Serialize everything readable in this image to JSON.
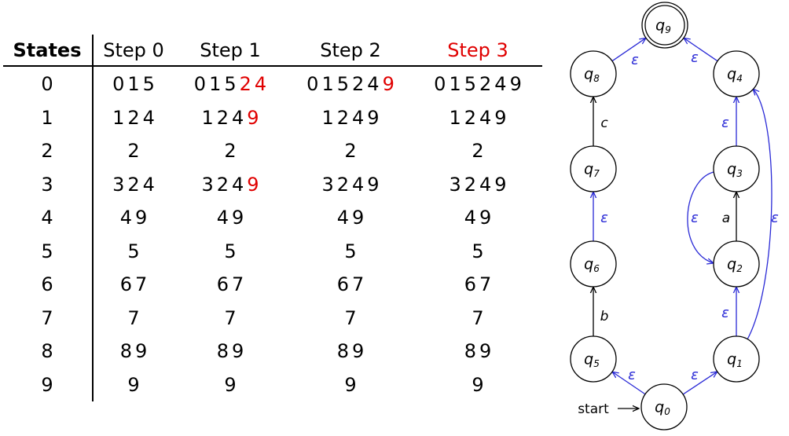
{
  "table": {
    "columns": [
      {
        "label": "States",
        "style": "bold"
      },
      {
        "label": "Step 0",
        "style": "normal"
      },
      {
        "label": "Step 1",
        "style": "normal"
      },
      {
        "label": "Step 2",
        "style": "normal"
      },
      {
        "label": "Step 3",
        "style": "red"
      }
    ],
    "rows": [
      {
        "state": "0",
        "steps": [
          [
            [
              "0 1 5"
            ]
          ],
          [
            [
              "0 1 5"
            ],
            [
              "2 4",
              "red"
            ]
          ],
          [
            [
              "0 1 5 2 4"
            ],
            [
              "9",
              "red"
            ]
          ],
          [
            [
              "0 1 5 2 4 9"
            ]
          ]
        ]
      },
      {
        "state": "1",
        "steps": [
          [
            [
              "1 2 4"
            ]
          ],
          [
            [
              "1 2 4"
            ],
            [
              "9",
              "red"
            ]
          ],
          [
            [
              "1 2 4 9"
            ]
          ],
          [
            [
              "1 2 4 9"
            ]
          ]
        ]
      },
      {
        "state": "2",
        "steps": [
          [
            [
              "2"
            ]
          ],
          [
            [
              "2"
            ]
          ],
          [
            [
              "2"
            ]
          ],
          [
            [
              "2"
            ]
          ]
        ]
      },
      {
        "state": "3",
        "steps": [
          [
            [
              "3 2 4"
            ]
          ],
          [
            [
              "3 2 4"
            ],
            [
              "9",
              "red"
            ]
          ],
          [
            [
              "3 2 4 9"
            ]
          ],
          [
            [
              "3 2 4 9"
            ]
          ]
        ]
      },
      {
        "state": "4",
        "steps": [
          [
            [
              "4 9"
            ]
          ],
          [
            [
              "4 9"
            ]
          ],
          [
            [
              "4 9"
            ]
          ],
          [
            [
              "4 9"
            ]
          ]
        ]
      },
      {
        "state": "5",
        "steps": [
          [
            [
              "5"
            ]
          ],
          [
            [
              "5"
            ]
          ],
          [
            [
              "5"
            ]
          ],
          [
            [
              "5"
            ]
          ]
        ]
      },
      {
        "state": "6",
        "steps": [
          [
            [
              "6 7"
            ]
          ],
          [
            [
              "6 7"
            ]
          ],
          [
            [
              "6 7"
            ]
          ],
          [
            [
              "6 7"
            ]
          ]
        ]
      },
      {
        "state": "7",
        "steps": [
          [
            [
              "7"
            ]
          ],
          [
            [
              "7"
            ]
          ],
          [
            [
              "7"
            ]
          ],
          [
            [
              "7"
            ]
          ]
        ]
      },
      {
        "state": "8",
        "steps": [
          [
            [
              "8 9"
            ]
          ],
          [
            [
              "8 9"
            ]
          ],
          [
            [
              "8 9"
            ]
          ],
          [
            [
              "8 9"
            ]
          ]
        ]
      },
      {
        "state": "9",
        "steps": [
          [
            [
              "9"
            ]
          ],
          [
            [
              "9"
            ]
          ],
          [
            [
              "9"
            ]
          ],
          [
            [
              "9"
            ]
          ]
        ]
      }
    ]
  },
  "automaton": {
    "states": [
      {
        "id": "q0",
        "base": "q",
        "sub": "0"
      },
      {
        "id": "q1",
        "base": "q",
        "sub": "1"
      },
      {
        "id": "q2",
        "base": "q",
        "sub": "2"
      },
      {
        "id": "q3",
        "base": "q",
        "sub": "3"
      },
      {
        "id": "q4",
        "base": "q",
        "sub": "4"
      },
      {
        "id": "q5",
        "base": "q",
        "sub": "5"
      },
      {
        "id": "q6",
        "base": "q",
        "sub": "6"
      },
      {
        "id": "q7",
        "base": "q",
        "sub": "7"
      },
      {
        "id": "q8",
        "base": "q",
        "sub": "8"
      },
      {
        "id": "q9",
        "base": "q",
        "sub": "9",
        "accepting": true
      }
    ],
    "start_label": "start",
    "start_state": "q0",
    "transitions": [
      {
        "from": "q0",
        "to": "q5",
        "label": "ε",
        "kind": "epsilon"
      },
      {
        "from": "q0",
        "to": "q1",
        "label": "ε",
        "kind": "epsilon"
      },
      {
        "from": "q1",
        "to": "q2",
        "label": "ε",
        "kind": "epsilon"
      },
      {
        "from": "q1",
        "to": "q4",
        "label": "ε",
        "kind": "epsilon"
      },
      {
        "from": "q2",
        "to": "q3",
        "label": "a",
        "kind": "symbol"
      },
      {
        "from": "q3",
        "to": "q2",
        "label": "ε",
        "kind": "epsilon"
      },
      {
        "from": "q3",
        "to": "q4",
        "label": "ε",
        "kind": "epsilon"
      },
      {
        "from": "q4",
        "to": "q9",
        "label": "ε",
        "kind": "epsilon"
      },
      {
        "from": "q5",
        "to": "q6",
        "label": "b",
        "kind": "symbol"
      },
      {
        "from": "q6",
        "to": "q7",
        "label": "ε",
        "kind": "epsilon"
      },
      {
        "from": "q7",
        "to": "q8",
        "label": "c",
        "kind": "symbol"
      },
      {
        "from": "q8",
        "to": "q9",
        "label": "ε",
        "kind": "epsilon"
      }
    ],
    "colors": {
      "epsilon": "#2a2ad6",
      "symbol": "#000000",
      "highlight": "#e00000"
    }
  }
}
